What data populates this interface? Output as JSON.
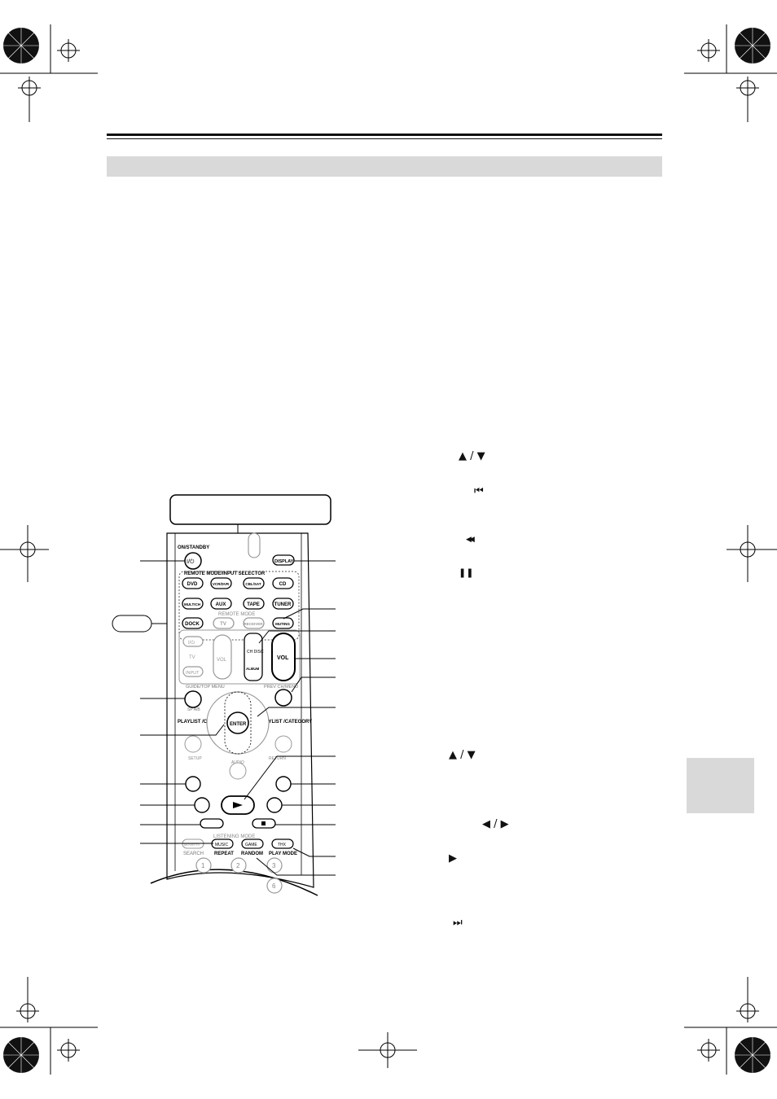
{
  "remote": {
    "on_standby": "ON/STANDBY",
    "power_symbol": "I/⏻",
    "display": "DISPLAY",
    "remote_mode_input_selector": "REMOTE MODE/INPUT SELECTOR",
    "dvd": "DVD",
    "vcr_dvr": "VCR/DVR",
    "cbl_sat": "CBL/SAT",
    "cd": "CD",
    "multich": "MULTICH",
    "aux": "AUX",
    "tape": "TAPE",
    "tuner": "TUNER",
    "remote_mode": "REMOTE MODE",
    "dock": "DOCK",
    "tv": "TV",
    "receiver": "RECEIVER",
    "muting": "MUTING",
    "vol": "VOL",
    "ch_disc": "CH DISC",
    "album": "ALBUM",
    "input": "INPUT",
    "guide_top_menu": "GUIDE/TOP MENU",
    "prev_ch_menu": "PREV CH/MENU",
    "sp_ab": "SP A/B",
    "playlist_category": "PLAYLIST /CATEGORY",
    "enter": "ENTER",
    "setup": "SETUP",
    "return": "RETURN",
    "audio": "AUDIO",
    "listening_mode": "LISTENING MODE",
    "movie_tv": "MOVIE/TV",
    "music": "MUSIC",
    "game": "GAME",
    "thx": "THX",
    "search": "SEARCH",
    "repeat": "REPEAT",
    "random": "RANDOM",
    "play_mode": "PLAY MODE",
    "num1": "1",
    "num2": "2",
    "num3": "3",
    "num6": "6"
  },
  "symbols": {
    "up_down_1": "▲  /  ▼",
    "prev": "⏮",
    "rew": "◀◀",
    "pause": "❚❚",
    "up_down_2": "▲  /  ▼",
    "left_right": "◀  /  ▶",
    "play": "▶",
    "next": "⏭"
  }
}
